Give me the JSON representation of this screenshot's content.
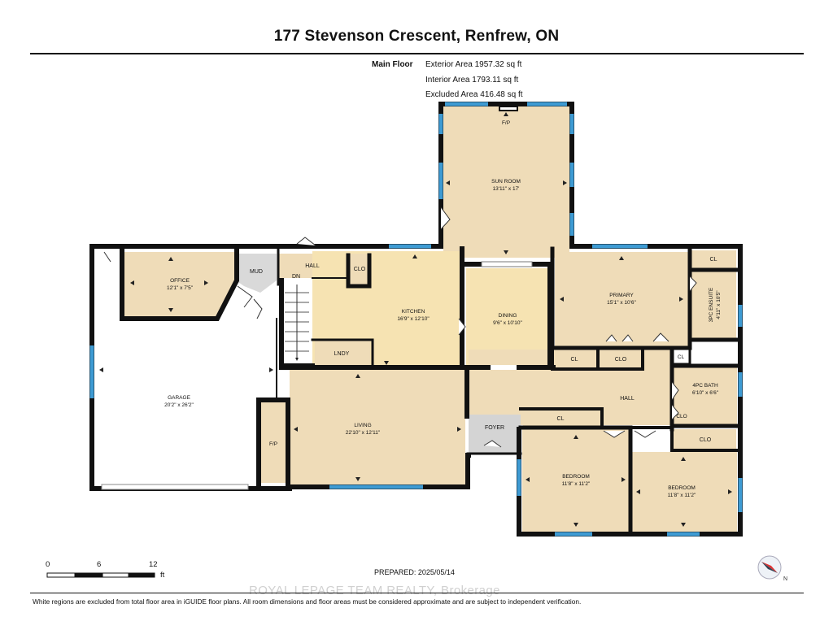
{
  "title": "177 Stevenson Crescent, Renfrew, ON",
  "floor": {
    "name": "Main Floor",
    "exterior_area": "Exterior Area 1957.32 sq ft",
    "interior_area": "Interior Area 1793.11 sq ft",
    "excluded_area": "Excluded Area 416.48 sq ft"
  },
  "rooms": {
    "sun_room": {
      "name": "SUN ROOM",
      "dims": "13'11\" x 17'"
    },
    "fp_sun": "F/P",
    "office": {
      "name": "OFFICE",
      "dims": "12'1\" x 7'5\""
    },
    "mud": "MUD",
    "hall_top": "HALL",
    "clo_top": "CLO",
    "dn": "DN",
    "kitchen": {
      "name": "KITCHEN",
      "dims": "16'9\" x 12'10\""
    },
    "lndy": "LNDY",
    "dining": {
      "name": "DINING",
      "dims": "9'6\" x 10'10\""
    },
    "primary": {
      "name": "PRIMARY",
      "dims": "15'1\" x 10'6\""
    },
    "cl_primary": "CL",
    "clo_primary": "CLO",
    "cl_small": "CL",
    "cl_ensuite": "CL",
    "ensuite": {
      "name": "3PC ENSUITE",
      "dims": "4'11\" x 10'5\""
    },
    "bath": {
      "name": "4PC BATH",
      "dims": "6'10\" x 6'6\""
    },
    "hall": "HALL",
    "clo_hall": "CLO",
    "cl_hall": "CL",
    "clo_bed2": "CLO",
    "garage": {
      "name": "GARAGE",
      "dims": "20'2\" x 26'2\""
    },
    "fp_garage": "F/P",
    "living": {
      "name": "LIVING",
      "dims": "22'10\" x 12'11\""
    },
    "foyer": "FOYER",
    "bedroom1": {
      "name": "BEDROOM",
      "dims": "11'8\" x 11'2\""
    },
    "bedroom2": {
      "name": "BEDROOM",
      "dims": "11'8\" x 11'2\""
    }
  },
  "scale": {
    "labels": [
      "0",
      "6",
      "12"
    ],
    "unit": "ft"
  },
  "prepared": "PREPARED: 2025/05/14",
  "watermark": "ROYAL LEPAGE TEAM REALTY, Brokerage",
  "disclaimer": "White regions are excluded from total floor area in iGUIDE floor plans. All room dimensions and floor areas must be considered approximate and are subject to independent verification.",
  "colors": {
    "wall": "#111111",
    "room_fill": "#efdcb8",
    "kitchen_fill": "#f6e3b2",
    "window": "#3e9bd3",
    "foyer_fill": "#d4d4d4"
  }
}
